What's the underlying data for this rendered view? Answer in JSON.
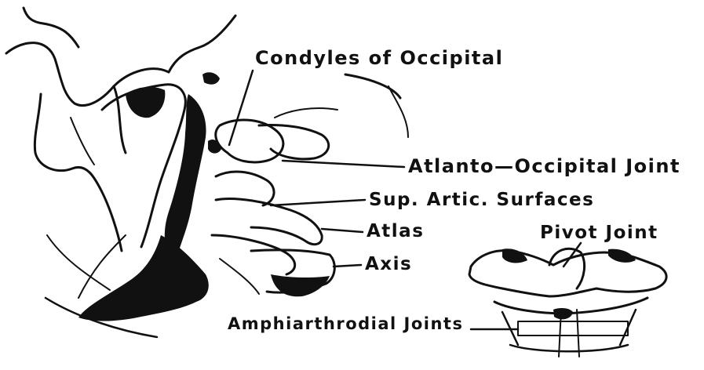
{
  "labels": {
    "condyles": "Condyles of Occipital",
    "atlanto_occipital": "Atlanto—Occipital Joint",
    "sup_artic": "Sup. Artic. Surfaces",
    "atlas": "Atlas",
    "pivot": "Pivot Joint",
    "axis": "Axis",
    "amphiarthrodial": "Amphiarthrodial Joints"
  },
  "colors": {
    "ink": "#111111",
    "paper": "#ffffff"
  }
}
